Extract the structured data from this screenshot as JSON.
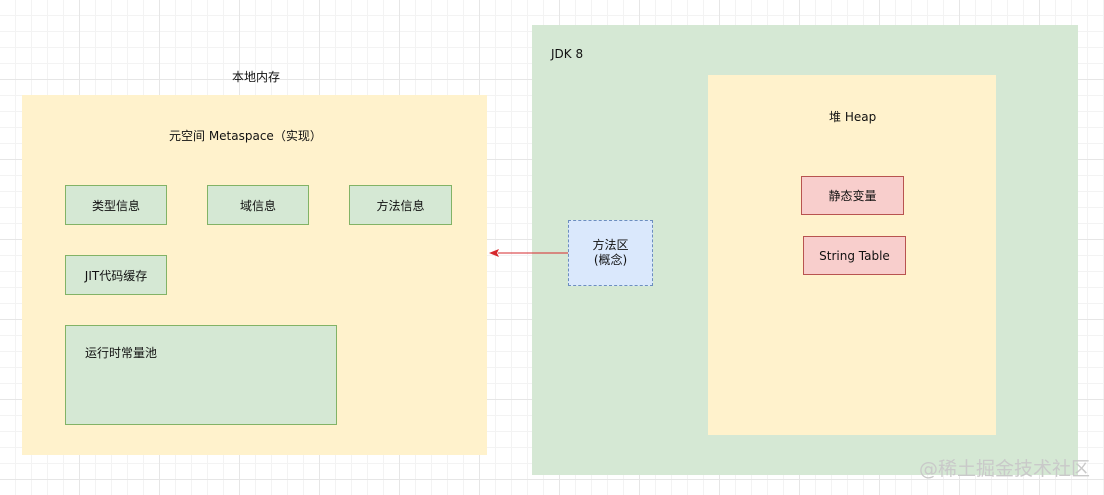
{
  "native_memory": {
    "title": "本地内存",
    "metaspace_title": "元空间 Metaspace（实现）",
    "boxes": {
      "type_info": "类型信息",
      "field_info": "域信息",
      "method_info": "方法信息",
      "jit_cache": "JIT代码缓存",
      "runtime_constant_pool": "运行时常量池"
    }
  },
  "jdk": {
    "title": "JDK 8",
    "method_area": {
      "line1": "方法区",
      "line2": "(概念)"
    },
    "heap": {
      "title": "堆 Heap",
      "static_vars": "静态变量",
      "string_table": "String Table"
    }
  },
  "watermark": "@稀土掘金技术社区",
  "colors": {
    "yellow_fill": "#fff2cc",
    "green_fill": "#d5e8d4",
    "green_stroke": "#82b366",
    "red_fill": "#f8cecc",
    "red_stroke": "#b85450",
    "blue_fill": "#dae8fc",
    "blue_stroke": "#6c8ebf",
    "arrow": "#d6282d"
  }
}
